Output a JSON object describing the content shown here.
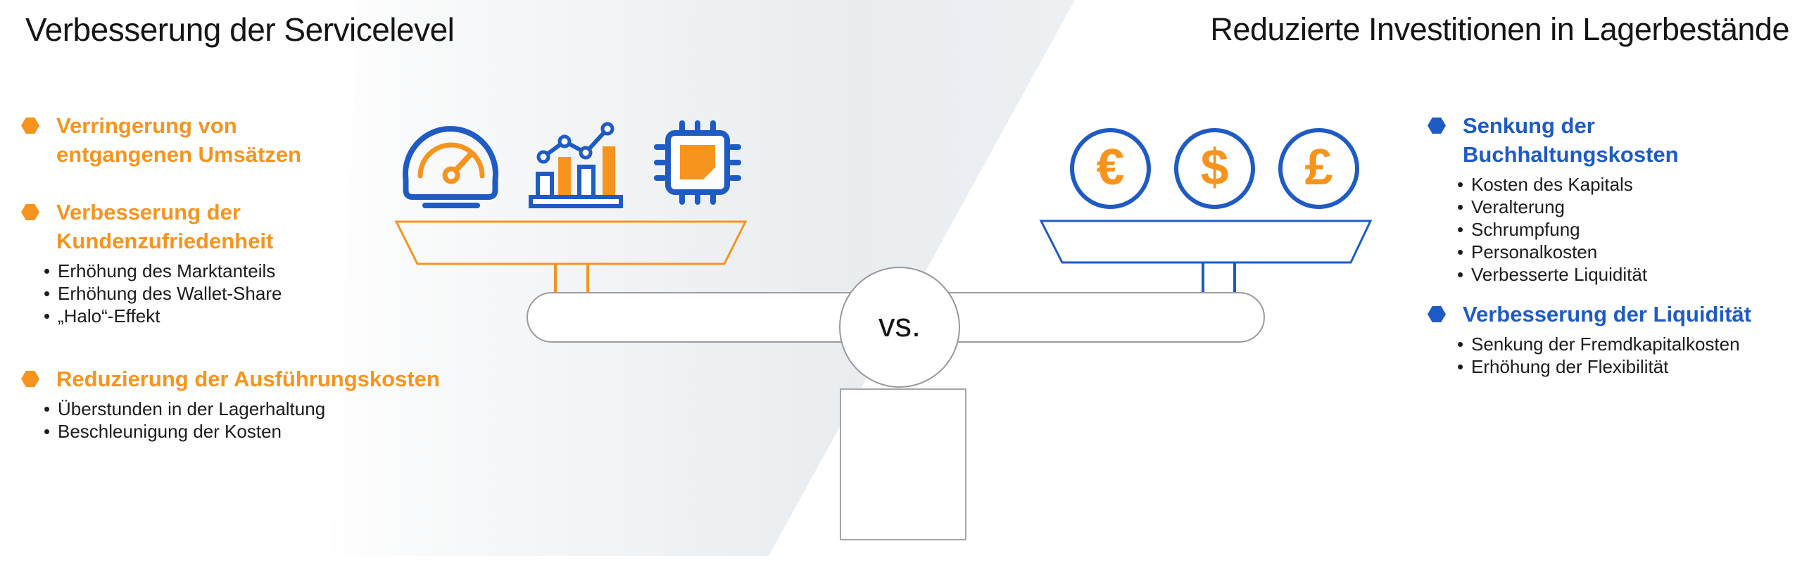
{
  "left_panel": {
    "title": "Verbesserung der Servicelevel",
    "sections": [
      {
        "heading": "Verringerung von\nentgangenen Umsätzen",
        "items": []
      },
      {
        "heading": "Verbesserung der\nKundenzufriedenheit",
        "items": [
          "Erhöhung des Marktanteils",
          "Erhöhung des Wallet-Share",
          "„Halo“-Effekt"
        ]
      },
      {
        "heading": "Reduzierung der Ausführungskosten",
        "items": [
          "Überstunden in der Lagerhaltung",
          "Beschleunigung der Kosten"
        ]
      }
    ]
  },
  "right_panel": {
    "title": "Reduzierte Investitionen in Lagerbestände",
    "sections": [
      {
        "heading": "Senkung der\nBuchhaltungskosten",
        "items": [
          "Kosten des Kapitals",
          "Veralterung",
          "Schrumpfung",
          "Personalkosten",
          "Verbesserte Liquidität"
        ]
      },
      {
        "heading": "Verbesserung der Liquidität",
        "items": [
          "Senkung der Fremdkapitalkosten",
          "Erhöhung der Flexibilität"
        ]
      }
    ]
  },
  "scale": {
    "vs_label": "vs.",
    "left_pan_icons": [
      "speedometer-icon",
      "bar-chart-trend-icon",
      "processor-chip-icon"
    ],
    "currency_symbols": [
      "€",
      "$",
      "£"
    ]
  },
  "colors": {
    "orange": "#F7941E",
    "blue": "#1E5BC4",
    "outline_gray": "#9c9ca1",
    "text_dark": "#1c1c1e",
    "band_gray": "#e9edf0"
  }
}
